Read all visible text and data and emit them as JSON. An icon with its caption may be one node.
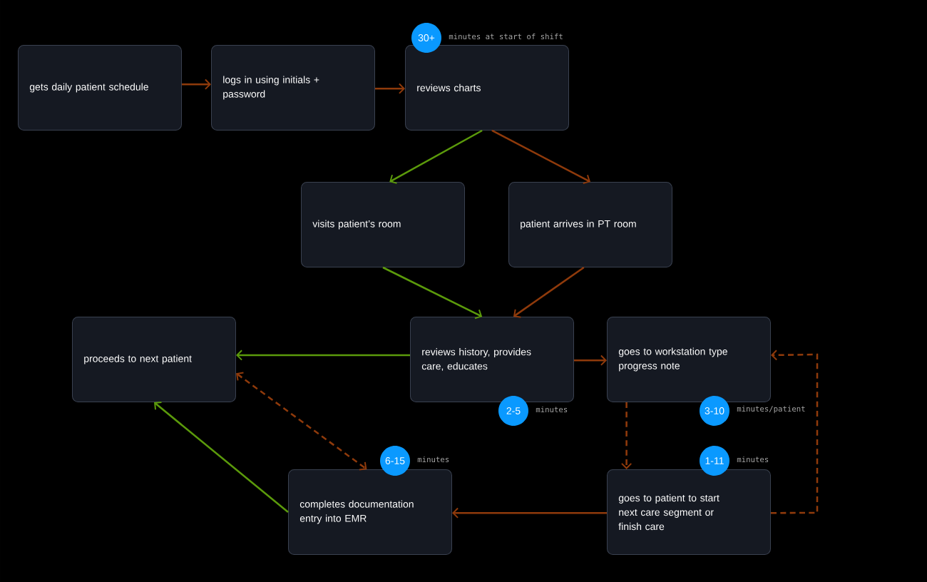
{
  "diagram": {
    "nodes": [
      {
        "text": [
          "gets daily patient schedule"
        ]
      },
      {
        "text": [
          "logs in using initials + password"
        ]
      },
      {
        "text": [
          "30+"
        ],
        "beside": [
          "minutes at start of shift"
        ]
      },
      {
        "text": [
          "reviews charts"
        ]
      },
      {
        "text": [
          "visits patient’s room"
        ]
      },
      {
        "text": [
          "patient arrives in PT room"
        ]
      },
      {
        "text": [
          "proceeds to next patient"
        ]
      },
      {
        "text": [
          "reviews history, provides care, educates"
        ]
      },
      {
        "text": [
          "goes to workstation type progress note"
        ]
      },
      {
        "text": [
          "2-5"
        ],
        "beside": [
          "minutes"
        ]
      },
      {
        "text": [
          "3-10"
        ],
        "beside": [
          "minutes/patient"
        ]
      },
      {
        "text": [
          "6-15"
        ],
        "beside": [
          "minutes"
        ]
      },
      {
        "text": [
          "1-11"
        ],
        "beside": [
          "minutes"
        ]
      },
      {
        "text": [
          "completes documentation entry into EMR"
        ]
      },
      {
        "text": [
          "goes to patient to start next care segment or finish care"
        ]
      }
    ],
    "edges": [
      {
        "from": 0,
        "to": 1,
        "arrow": "to"
      },
      {
        "from": 1,
        "to": 3,
        "arrow": "to"
      },
      {
        "from": 3,
        "to": 4,
        "arrow": "to",
        "color": "#5b9a0b"
      },
      {
        "from": 3,
        "to": 5,
        "arrow": "to"
      },
      {
        "from": 4,
        "to": 7,
        "arrow": "to",
        "color": "#5b9a0b"
      },
      {
        "from": 5,
        "to": 7,
        "arrow": "to"
      },
      {
        "from": 7,
        "to": 6,
        "arrow": "to",
        "color": "#5b9a0b"
      },
      {
        "from": 7,
        "to": 8,
        "arrow": "to"
      },
      {
        "from": 8,
        "to": 14,
        "arrow": "to",
        "style": "dashed"
      },
      {
        "from": 14,
        "to": 8,
        "arrow": "to",
        "style": "dashed"
      },
      {
        "from": 14,
        "to": 13,
        "arrow": "to"
      },
      {
        "from": 13,
        "to": 6,
        "arrow": "to",
        "color": "#5b9a0b"
      },
      {
        "from": 6,
        "to": 13,
        "arrow": "both",
        "style": "dashed"
      }
    ]
  }
}
